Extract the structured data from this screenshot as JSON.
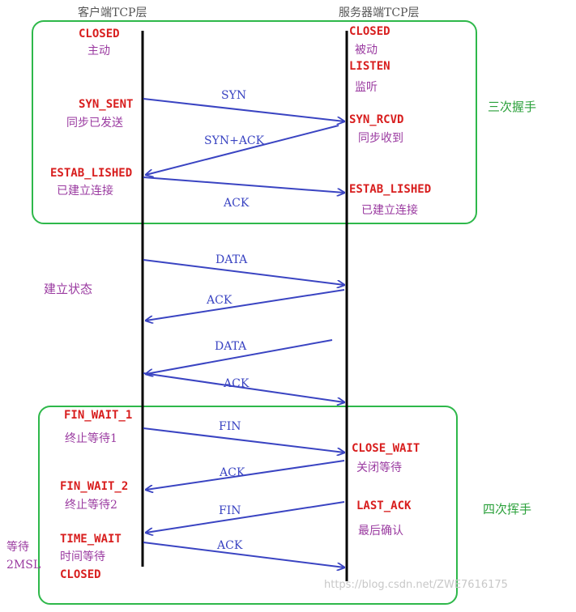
{
  "colors": {
    "state": "#d81e1e",
    "note": "#9a3aa0",
    "arrow": "#3a44c2",
    "box": "#2eb84a",
    "heading": "#555555",
    "timeline": "#000000",
    "phase": "#2aa03a",
    "watermark": "#c8c8c8"
  },
  "header": {
    "client": "客户端TCP层",
    "server": "服务器端TCP层"
  },
  "client": {
    "closed": "CLOSED",
    "active": "主动",
    "syn_sent": "SYN_SENT",
    "syn_sent_note": "同步已发送",
    "established": "ESTAB_LISHED",
    "established_note": "已建立连接",
    "fin_wait_1": "FIN_WAIT_1",
    "fin_wait_1_note": "终止等待1",
    "fin_wait_2": "FIN_WAIT_2",
    "fin_wait_2_note": "终止等待2",
    "time_wait": "TIME_WAIT",
    "time_wait_note": "时间等待",
    "closed_end": "CLOSED"
  },
  "server": {
    "closed": "CLOSED",
    "passive": "被动",
    "listen": "LISTEN",
    "listen_note": "监听",
    "syn_rcvd": "SYN_RCVD",
    "syn_rcvd_note": "同步收到",
    "established": "ESTAB_LISHED",
    "established_note": "已建立连接",
    "close_wait": "CLOSE_WAIT",
    "close_wait_note": "关闭等待",
    "last_ack": "LAST_ACK",
    "last_ack_note": "最后确认"
  },
  "messages": {
    "syn": "SYN",
    "syn_ack": "SYN+ACK",
    "ack1": "ACK",
    "data1": "DATA",
    "ack2": "ACK",
    "data2": "DATA",
    "ack3": "ACK",
    "fin1": "FIN",
    "ack4": "ACK",
    "fin2": "FIN",
    "ack5": "ACK"
  },
  "phases": {
    "handshake": "三次握手",
    "established": "建立状态",
    "teardown": "四次挥手"
  },
  "side": {
    "wait": "等待",
    "two_msl": "2MSL"
  },
  "watermark": "https://blog.csdn.net/ZWE7616175"
}
